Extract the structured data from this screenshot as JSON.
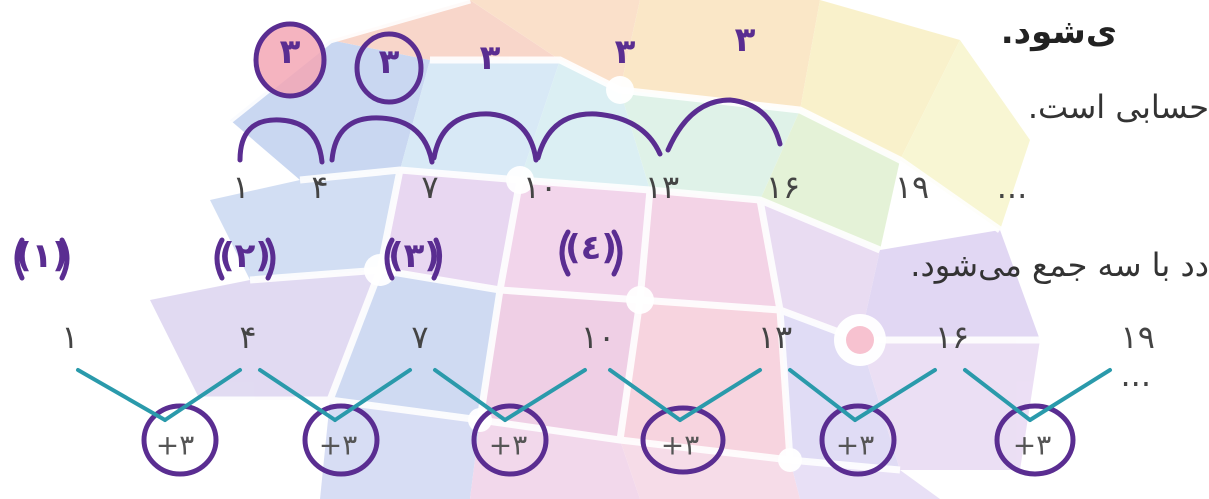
{
  "text_lines": {
    "line1": "ی‌شود.",
    "line2": "حسابی است.",
    "line3": "دد با سه جمع می‌شود."
  },
  "top_sequence": [
    "۱",
    "۴",
    "۷",
    "۱۰",
    "۱۳",
    "۱۶",
    "۱۹",
    "..."
  ],
  "top_differences": [
    "۳",
    "۳",
    "۳",
    "۳",
    "۳"
  ],
  "term_indices": [
    "(۱)",
    "(۲)",
    "(۳)",
    "(٤)"
  ],
  "bottom_sequence": [
    "۱",
    "۴",
    "۷",
    "۱۰",
    "۱۳",
    "۱۶",
    "۱۹ ..."
  ],
  "plus_labels": [
    "+۳",
    "+۳",
    "+۳",
    "+۳",
    "+۳",
    "+۳"
  ],
  "colors": {
    "handwriting": "#5a2d91",
    "connector": "#2a9aab",
    "highlight": "#f3a7b5"
  }
}
